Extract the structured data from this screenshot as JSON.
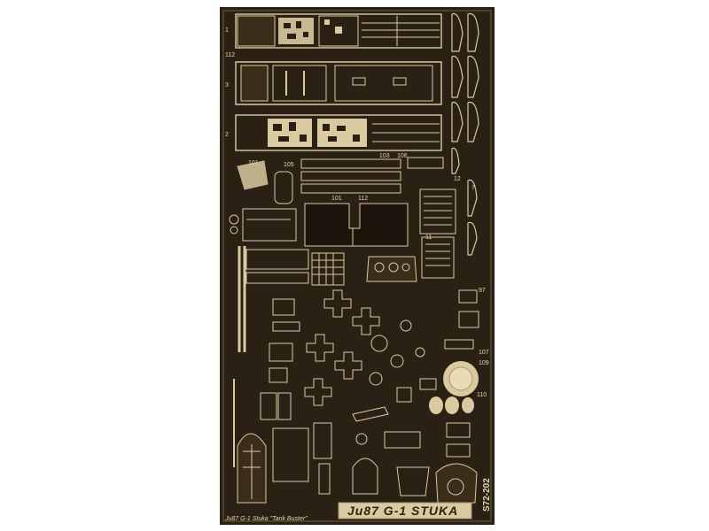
{
  "sheet": {
    "title": "Ju87 G-1 STUKA",
    "subtitle": "Ju87 G-1 Stuka \"Tank Buster\"",
    "code": "S72-202"
  },
  "part_numbers": [
    "1",
    "112",
    "3",
    "2",
    "101",
    "105",
    "103",
    "106",
    "12",
    "112",
    "101",
    "7",
    "11",
    "110",
    "107",
    "109",
    "97"
  ],
  "colors": {
    "fret": "#2a2114",
    "brass": "#d9caa0",
    "background": "#ffffff"
  }
}
